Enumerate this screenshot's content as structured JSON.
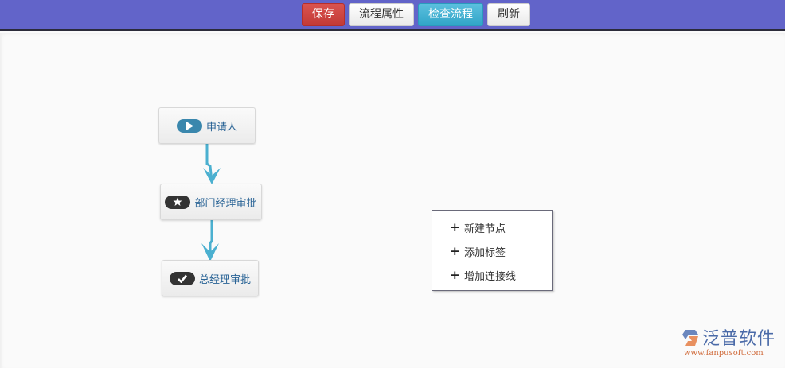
{
  "toolbar": {
    "buttons": [
      {
        "label": "保存",
        "style": "danger"
      },
      {
        "label": "流程属性",
        "style": "default"
      },
      {
        "label": "检查流程",
        "style": "info"
      },
      {
        "label": "刷新",
        "style": "default"
      }
    ]
  },
  "colors": {
    "header_bg": "#6264c9",
    "edge": "#4bb0d0",
    "node_text": "#2a6496",
    "start_pill": "#3a87ad",
    "task_pill": "#333333"
  },
  "flow": {
    "nodes": [
      {
        "label": "申请人",
        "icon": "play-icon",
        "type": "start"
      },
      {
        "label": "部门经理审批",
        "icon": "star-icon",
        "type": "task"
      },
      {
        "label": "总经理审批",
        "icon": "check-icon",
        "type": "end"
      }
    ]
  },
  "context_menu": {
    "items": [
      {
        "label": "新建节点",
        "icon": "plus-icon"
      },
      {
        "label": "添加标签",
        "icon": "plus-icon"
      },
      {
        "label": "增加连接线",
        "icon": "plus-icon"
      }
    ]
  },
  "watermark": {
    "brand": "泛普软件",
    "url": "www.fanpusoft.com"
  }
}
